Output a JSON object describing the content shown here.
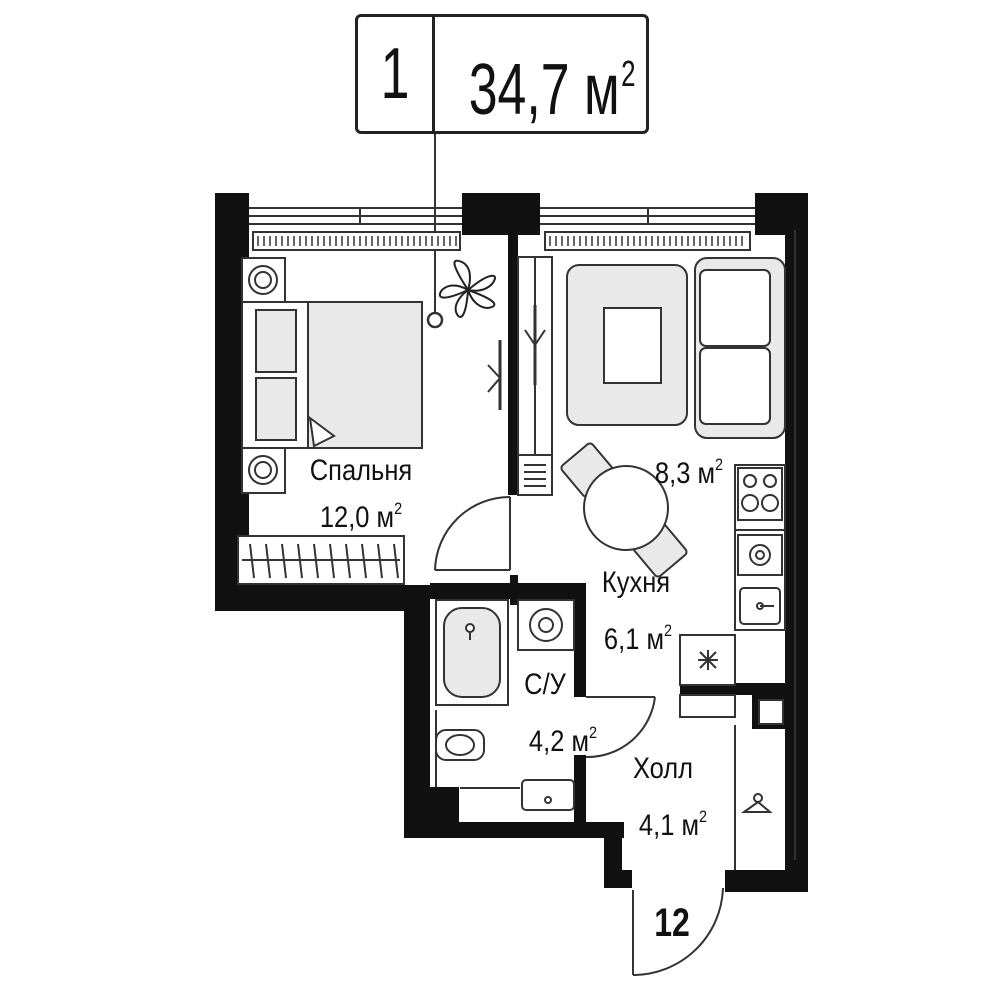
{
  "header": {
    "rooms": "1",
    "area": "34,7 м",
    "area_exp": "2"
  },
  "rooms": {
    "bedroom": {
      "name": "Спальня",
      "area": "12,0 м",
      "exp": "2"
    },
    "living": {
      "area": "8,3 м",
      "exp": "2"
    },
    "kitchen": {
      "name": "Кухня",
      "area": "6,1 м",
      "exp": "2"
    },
    "bathroom": {
      "name": "С/У",
      "area": "4,2 м",
      "exp": "2"
    },
    "hall": {
      "name": "Холл",
      "area": "4,1 м",
      "exp": "2"
    }
  },
  "unit_number": "12",
  "colors": {
    "wall": "#111111",
    "line": "#333333",
    "fill": "#e9e9e9"
  }
}
